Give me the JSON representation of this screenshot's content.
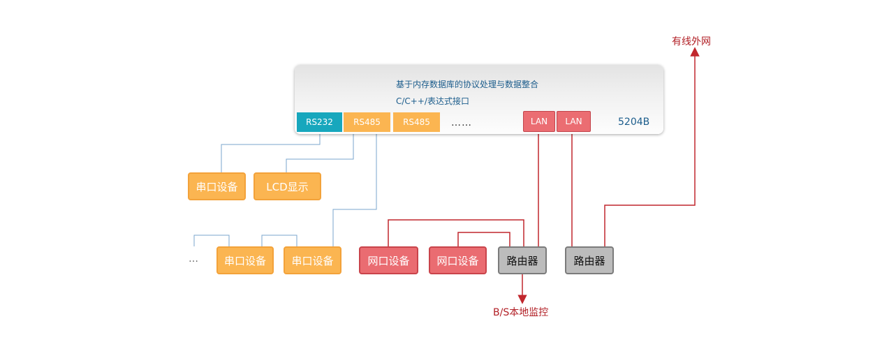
{
  "colors": {
    "serial_line": "#7aa6cc",
    "network_line": "#c1272d",
    "header_text": "#1c5d8c"
  },
  "device": {
    "header_line1": "基于内存数据库的协议处理与数据整合",
    "header_line2": "C/C++/表达式接口",
    "model": "5204B",
    "ports": {
      "rs232": "RS232",
      "rs485_1": "RS485",
      "rs485_2": "RS485",
      "dots": "……",
      "lan_1": "LAN",
      "lan_2": "LAN"
    }
  },
  "serial_devices": {
    "serial_1": "串口设备",
    "lcd": "LCD显示",
    "serial_2": "串口设备",
    "serial_3": "串口设备",
    "ellipsis": "…"
  },
  "network_devices": {
    "net_1": "网口设备",
    "net_2": "网口设备",
    "router_1": "路由器",
    "router_2": "路由器"
  },
  "labels": {
    "wan": "有线外网",
    "local": "B/S本地监控"
  }
}
